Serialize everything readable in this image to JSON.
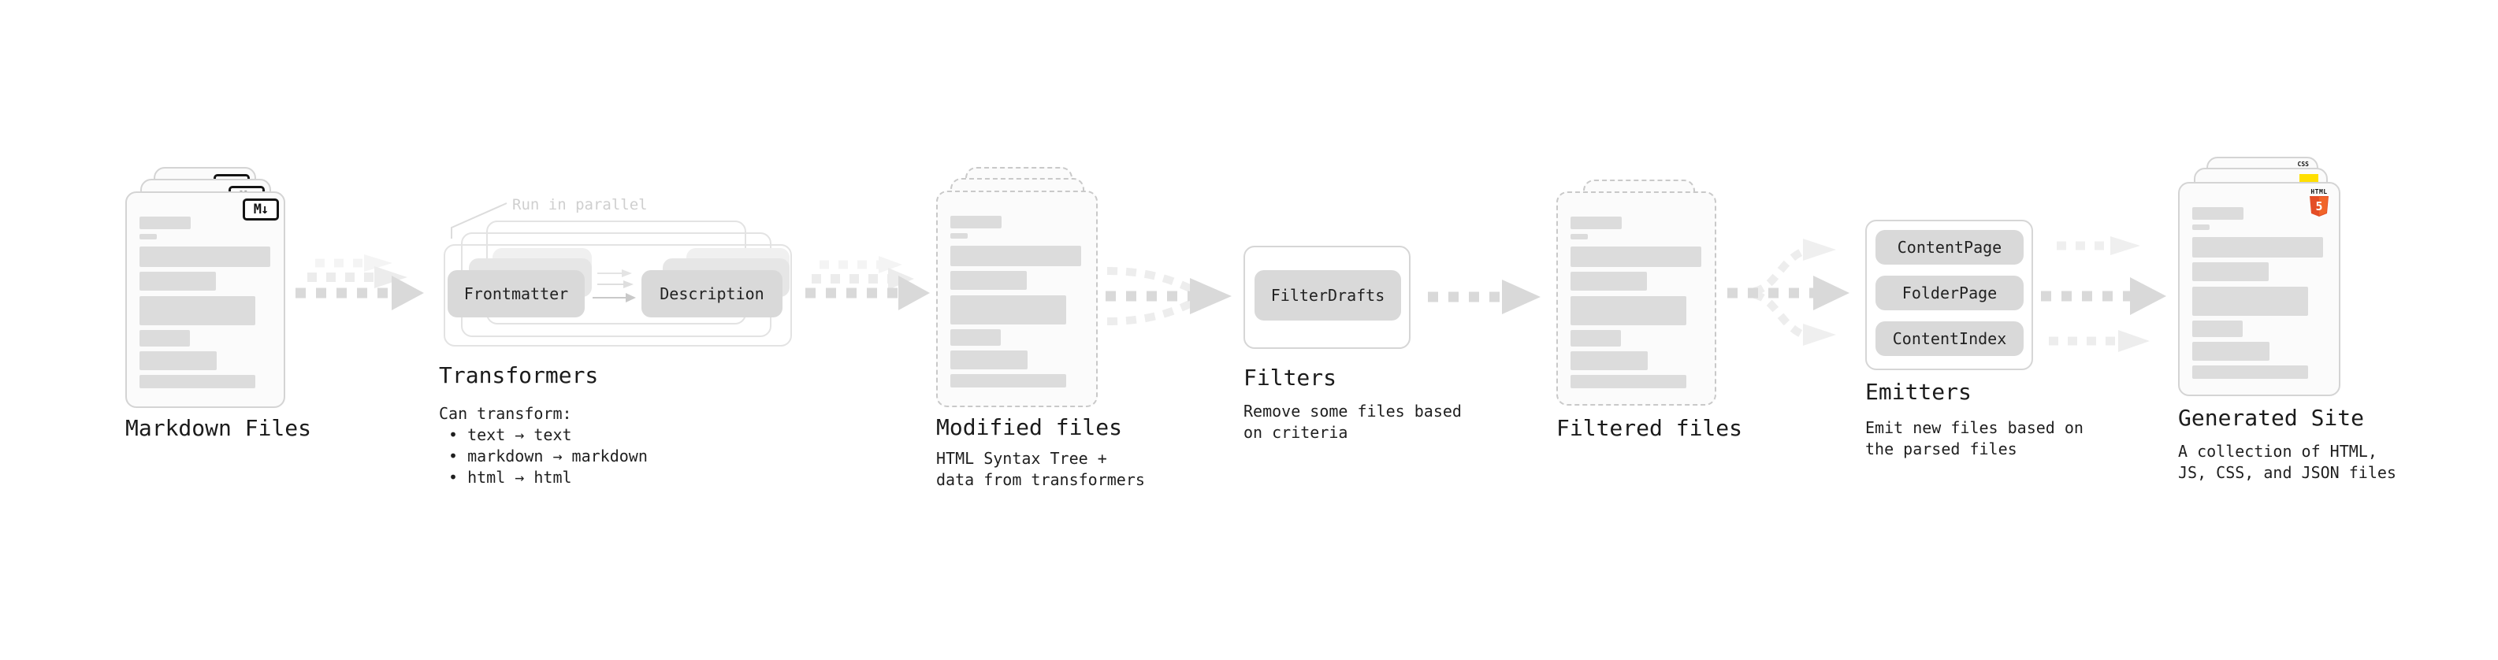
{
  "colors": {
    "background": "#ffffff",
    "card_border": "#d4d4d4",
    "dashed_border": "#c9c9c9",
    "placeholder_bar": "#dcdcdc",
    "pill_bg": "#d9d9d9",
    "outline_box_border": "#e3e3e3",
    "arrow_dark": "#d9d9d9",
    "arrow_light": "#ededed",
    "text": "#1b1b1b",
    "note_text": "#cfcfcf",
    "html5_orange": "#e44d26",
    "js_yellow": "#ffdf00",
    "css_blue": "#2b6bf3"
  },
  "stations": {
    "markdown_files": {
      "label": "Markdown Files",
      "badge": "M↓"
    },
    "transformers": {
      "label": "Transformers",
      "note": "Run in parallel",
      "pills": [
        "Frontmatter",
        "Description"
      ],
      "description_heading": "Can transform:",
      "bullets": [
        "• text → text",
        "• markdown → markdown",
        "• html → html"
      ]
    },
    "modified_files": {
      "label": "Modified files",
      "subtitle": [
        "HTML Syntax Tree +",
        "data from transformers"
      ]
    },
    "filters": {
      "label": "Filters",
      "pills": [
        "FilterDrafts"
      ],
      "subtitle": [
        "Remove some files based",
        "on criteria"
      ]
    },
    "filtered_files": {
      "label": "Filtered files"
    },
    "emitters": {
      "label": "Emitters",
      "pills": [
        "ContentPage",
        "FolderPage",
        "ContentIndex"
      ],
      "subtitle": [
        "Emit new files based on",
        "the parsed files"
      ]
    },
    "generated_site": {
      "label": "Generated Site",
      "subtitle": [
        "A collection of HTML,",
        "JS, CSS, and JSON files"
      ],
      "badges": {
        "css": "CSS",
        "html_label": "HTML",
        "html_number": "5"
      }
    }
  }
}
